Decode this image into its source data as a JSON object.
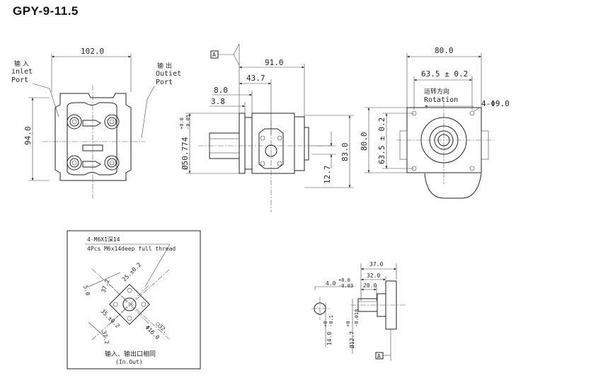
{
  "title": "GPY-9-11.5",
  "front_view": {
    "width": "102.0",
    "height": "94.0",
    "inlet_cn": "输 入",
    "inlet_en": "inlet",
    "inlet_port": "Port",
    "outlet_cn": "输 出",
    "outlet_en": "Outiet",
    "outlet_port": "Port"
  },
  "side_view": {
    "datum": "A",
    "d_91": "91.0",
    "d_43": "43.7",
    "d_8": "8.0",
    "d_3": "3.8",
    "d_83": "83.0",
    "d_127": "12.7",
    "shaft_dia": "Ø50.774",
    "shaft_tol_up": "+0.0",
    "shaft_tol_dn": "-0.05"
  },
  "rear_view": {
    "d_80w": "80.0",
    "d_635w": "63.5 ± 0.2",
    "rotation_cn": "运转方向",
    "rotation_en": "Rotation",
    "holes": "4-Φ9.0",
    "d_80h": "80.0",
    "d_635h": "63.5 ± 0.2"
  },
  "port_detail": {
    "thread_note1": "4-M6X1深14",
    "thread_note2": "4Pcs M6x14deep full thread",
    "d_372": "37.2",
    "d_25": "25.±0.2",
    "d_35": "35.±0.2",
    "d_372b": "37.2",
    "sq": "□32.",
    "dia": "Φ16.0",
    "caption_cn": "输入、输出口相同",
    "caption_en": "(In.Out)"
  },
  "shaft_detail": {
    "d_37": "37.0",
    "d_32": "32.0",
    "d_20": "20.0",
    "key": "4.0",
    "key_tol_up": "+0.0",
    "key_tol_dn": "-0.03",
    "h14": "14.0",
    "h14_tol_up": "+0",
    "h14_tol_dn": "-0.1",
    "d127": "Ø12.7",
    "d127_tol_up": "+0",
    "d127_tol_dn": "-0.018",
    "datum": "A"
  }
}
